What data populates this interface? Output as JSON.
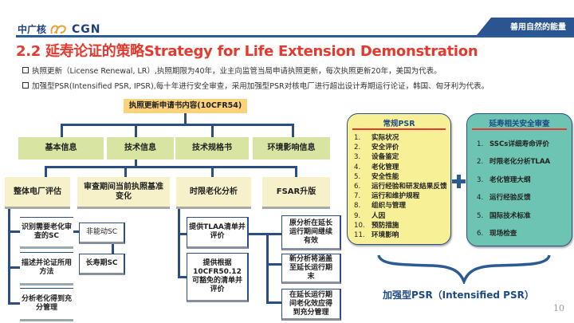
{
  "header": {
    "logo_cn": "中广核",
    "logo_en": "CGN",
    "slogan": "善用自然的能量",
    "title": "2.2 延寿论证的策略Strategy for Life Extension Demonstration"
  },
  "bullets": [
    "执照更新（License Renewal, LR）,执照期限为40年，业主向监管当局申请执照更新，每次执照更新20年，美国为代表。",
    "加强型PSR(Intensified PSR, IPSR),每十年进行安全审查，采用加强型PSR对核电厂进行超出设计寿期运行论证，韩国、匈牙利为代表。"
  ],
  "tree": {
    "root": "执照更新申请书内容(10CFR54)",
    "level1": [
      "基本信息",
      "技术信息",
      "技术规格书",
      "环境影响信息"
    ],
    "level2": [
      "整体电厂评估",
      "审查期间当前执照基准变化",
      "时限老化分析",
      "FSAR升版"
    ],
    "plant_eval_children": [
      "识别需要老化审查的SC",
      "描述并论证所用方法",
      "分析老化得到充分管理"
    ],
    "sc_children": [
      "非能动SC",
      "长寿期SC"
    ],
    "tlaa_children": [
      "提供TLAA清单并评价",
      "提供根据10CFR50.12可豁免的清单并评价"
    ],
    "tlaa_results": [
      "原分析在延长运行期间继续有效",
      "新分析将涵盖至延长运行期末",
      "在延长运行期间老化效应得到充分管理"
    ]
  },
  "psr_panel": {
    "title": "常规PSR",
    "items": [
      {
        "num": "1.",
        "label": "实际状况"
      },
      {
        "num": "2.",
        "label": "安全评价"
      },
      {
        "num": "3.",
        "label": "设备鉴定"
      },
      {
        "num": "4.",
        "label": "老化管理"
      },
      {
        "num": "5.",
        "label": "安全性能"
      },
      {
        "num": "6.",
        "label": "运行经验和研发结果反馈"
      },
      {
        "num": "7.",
        "label": "运行和维护规程"
      },
      {
        "num": "8.",
        "label": "组织与管理"
      },
      {
        "num": "9.",
        "label": "人因"
      },
      {
        "num": "10.",
        "label": "预防措施"
      },
      {
        "num": "11.",
        "label": "环境影响"
      }
    ]
  },
  "ltr_panel": {
    "title": "延寿相关安全审查",
    "items": [
      {
        "num": "1.",
        "label": "SSCs详细寿命评价"
      },
      {
        "num": "2.",
        "label": "时限老化分析TLAA"
      },
      {
        "num": "3.",
        "label": "老化管理大纲"
      },
      {
        "num": "4.",
        "label": "运行经验反馈"
      },
      {
        "num": "5.",
        "label": "国际技术标准"
      },
      {
        "num": "6.",
        "label": "现场检查"
      }
    ]
  },
  "ipsr_label": "加强型PSR（Intensified PSR）",
  "page_number": "10",
  "colors": {
    "title_red": "#e23a2e",
    "brand_blue": "#2a5590",
    "root_orange": "#fcd27a",
    "level1_green": "#d7e4a2",
    "level2_cream": "#f6f1c9",
    "psr_yellow": "#f8f097",
    "ltr_teal": "#6dc4b2"
  }
}
